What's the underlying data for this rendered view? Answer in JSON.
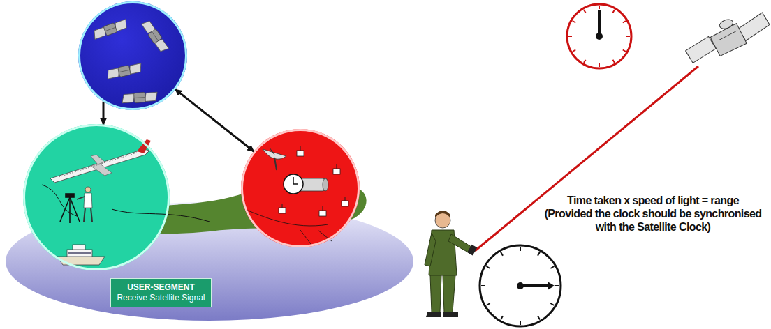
{
  "diagram": {
    "nodes": [
      {
        "text": []
      },
      {
        "text": []
      },
      {
        "text": []
      },
      {
        "text": [
          "USER-SEGMENT",
          "Receive Satellite Signal"
        ]
      }
    ],
    "edges": [
      {
        "from": 0,
        "to": 1,
        "arrow": "to"
      },
      {
        "from": 0,
        "to": 2,
        "arrow": "both"
      }
    ],
    "labels": [
      "Time taken x speed of light = range",
      "(Provided the clock should be synchronised with the Satellite Clock)"
    ]
  }
}
